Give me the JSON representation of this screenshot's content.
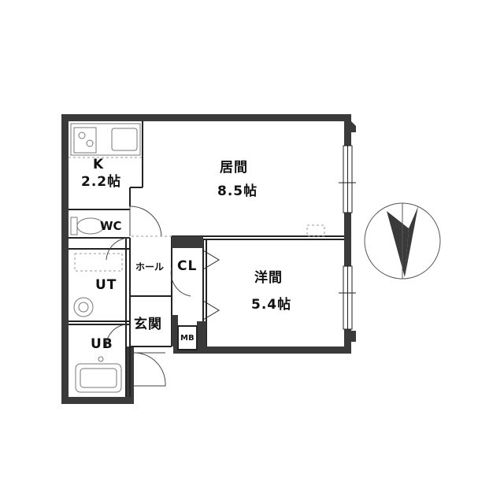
{
  "rooms": {
    "kitchen": {
      "name": "K",
      "size": "2.2帖"
    },
    "living": {
      "name": "居間",
      "size": "8.5帖"
    },
    "western": {
      "name": "洋間",
      "size": "5.4帖"
    },
    "wc": "WC",
    "ut": "UT",
    "ub": "UB",
    "hall": "ホール",
    "closet": "CL",
    "entrance": "玄関",
    "meter_box": "MB"
  },
  "colors": {
    "wall": "#3a3a3a",
    "line": "#222222",
    "fixture": "#777777",
    "dashed": "#999999"
  }
}
